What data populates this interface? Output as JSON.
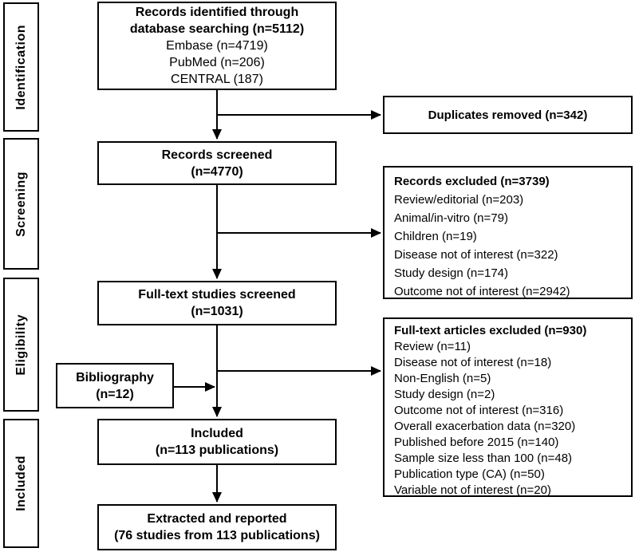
{
  "diagram": {
    "type": "prisma-flowchart",
    "colors": {
      "background": "#ffffff",
      "line": "#000000",
      "text": "#000000"
    },
    "stages": [
      {
        "label": "Identification"
      },
      {
        "label": "Screening"
      },
      {
        "label": "Eligibility"
      },
      {
        "label": "Included"
      }
    ],
    "boxes": {
      "identified": {
        "bold_lines": [
          "Records identified through",
          "database searching (n=5112)"
        ],
        "lines": [
          "Embase (n=4719)",
          "PubMed (n=206)",
          "CENTRAL (187)"
        ]
      },
      "duplicates": {
        "title": "Duplicates removed (n=342)"
      },
      "screened": {
        "bold_lines": [
          "Records screened",
          "(n=4770)"
        ]
      },
      "records_excluded": {
        "title": "Records excluded (n=3739)",
        "items": [
          "Review/editorial (n=203)",
          "Animal/in-vitro (n=79)",
          "Children (n=19)",
          "Disease not of interest (n=322)",
          "Study design (n=174)",
          "Outcome not of interest (n=2942)"
        ]
      },
      "fulltext_screened": {
        "bold_lines": [
          "Full-text studies screened",
          "(n=1031)"
        ]
      },
      "fulltext_excluded": {
        "title": "Full-text articles excluded (n=930)",
        "items": [
          "Review (n=11)",
          "Disease not of interest (n=18)",
          "Non-English (n=5)",
          "Study design (n=2)",
          "Outcome not of interest (n=316)",
          "Overall exacerbation data (n=320)",
          "Published before 2015 (n=140)",
          "Sample size less than 100 (n=48)",
          "Publication type (CA) (n=50)",
          "Variable not of interest (n=20)"
        ]
      },
      "bibliography": {
        "bold_lines": [
          "Bibliography",
          "(n=12)"
        ]
      },
      "included": {
        "bold_lines": [
          "Included",
          "(n=113 publications)"
        ]
      },
      "extracted": {
        "bold_lines": [
          "Extracted and reported",
          "(76 studies from 113 publications)"
        ]
      }
    }
  }
}
